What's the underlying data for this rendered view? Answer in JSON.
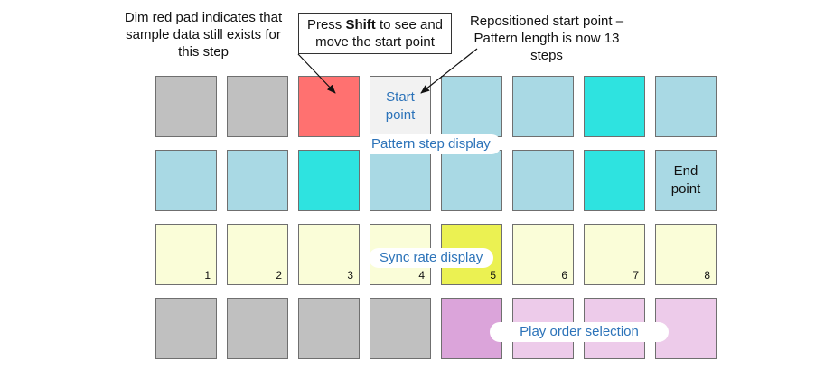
{
  "callouts": {
    "dim_red": "Dim red pad indicates that\nsample data still exists for\nthis step",
    "shift_prefix": "Press ",
    "shift_bold": "Shift",
    "shift_suffix": " to see and\nmove the start point",
    "reposition": "Repositioned start point –\nPattern length is now 13\nsteps"
  },
  "labels": {
    "pattern_step": "Pattern step display",
    "sync_rate": "Sync rate display",
    "play_order": "Play order selection"
  },
  "colors": {
    "grey": "#c0c0c0",
    "light_blue": "#a9d9e4",
    "cyan": "#2ee3e0",
    "dim_red": "#ff7170",
    "white_pad": "#f2f2f2",
    "pale_yellow": "#fafdd8",
    "bright_yellow": "#ebf152",
    "purple": "#dba4da",
    "light_purple": "#edcbea"
  },
  "rows": [
    {
      "name": "row-1",
      "pads": [
        {
          "color": "grey"
        },
        {
          "color": "grey"
        },
        {
          "color": "dim_red"
        },
        {
          "color": "white_pad",
          "text": "Start\npoint"
        },
        {
          "color": "light_blue"
        },
        {
          "color": "light_blue"
        },
        {
          "color": "cyan"
        },
        {
          "color": "light_blue"
        }
      ]
    },
    {
      "name": "row-2",
      "pads": [
        {
          "color": "light_blue"
        },
        {
          "color": "light_blue"
        },
        {
          "color": "cyan"
        },
        {
          "color": "light_blue"
        },
        {
          "color": "light_blue"
        },
        {
          "color": "light_blue"
        },
        {
          "color": "cyan"
        },
        {
          "color": "light_blue",
          "text": "End\npoint",
          "dark": true
        }
      ]
    },
    {
      "name": "row-3",
      "pads": [
        {
          "color": "pale_yellow",
          "num": "1"
        },
        {
          "color": "pale_yellow",
          "num": "2"
        },
        {
          "color": "pale_yellow",
          "num": "3"
        },
        {
          "color": "pale_yellow",
          "num": "4"
        },
        {
          "color": "bright_yellow",
          "num": "5"
        },
        {
          "color": "pale_yellow",
          "num": "6"
        },
        {
          "color": "pale_yellow",
          "num": "7"
        },
        {
          "color": "pale_yellow",
          "num": "8"
        }
      ]
    },
    {
      "name": "row-4",
      "pads": [
        {
          "color": "grey"
        },
        {
          "color": "grey"
        },
        {
          "color": "grey"
        },
        {
          "color": "grey"
        },
        {
          "color": "purple"
        },
        {
          "color": "light_purple"
        },
        {
          "color": "light_purple"
        },
        {
          "color": "light_purple"
        }
      ]
    }
  ]
}
